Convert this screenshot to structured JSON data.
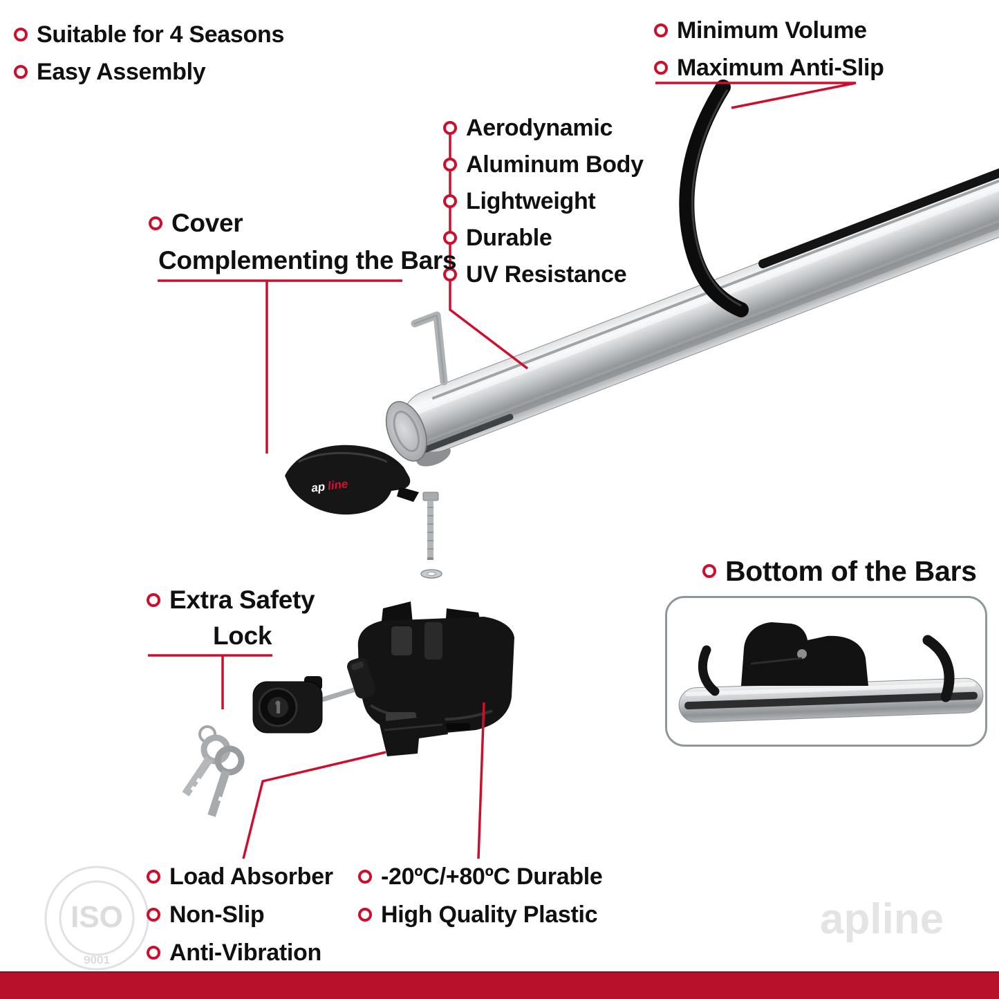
{
  "accent_color": "#ce0e2d",
  "top_left": [
    "Suitable for 4 Seasons",
    "Easy Assembly"
  ],
  "top_right": [
    "Minimum Volume",
    "Maximum Anti-Slip"
  ],
  "bar_features": [
    "Aerodynamic",
    "Aluminum Body",
    "Lightweight",
    "Durable",
    "UV Resistance"
  ],
  "cover_label": [
    "Cover",
    "Complementing the Bars"
  ],
  "lock_label": [
    "Extra Safety",
    "Lock"
  ],
  "inset_title": "Bottom of the Bars",
  "bottom_left": [
    "Load Absorber",
    "Non-Slip",
    "Anti-Vibration"
  ],
  "bottom_right": [
    "-20ºC/+80ºC Durable",
    "High Quality Plastic"
  ],
  "brand": {
    "prefix": "ap",
    "suffix": "line",
    "watermark": "apline"
  },
  "iso_badge": {
    "line1": "ISO",
    "line2": "9001"
  }
}
